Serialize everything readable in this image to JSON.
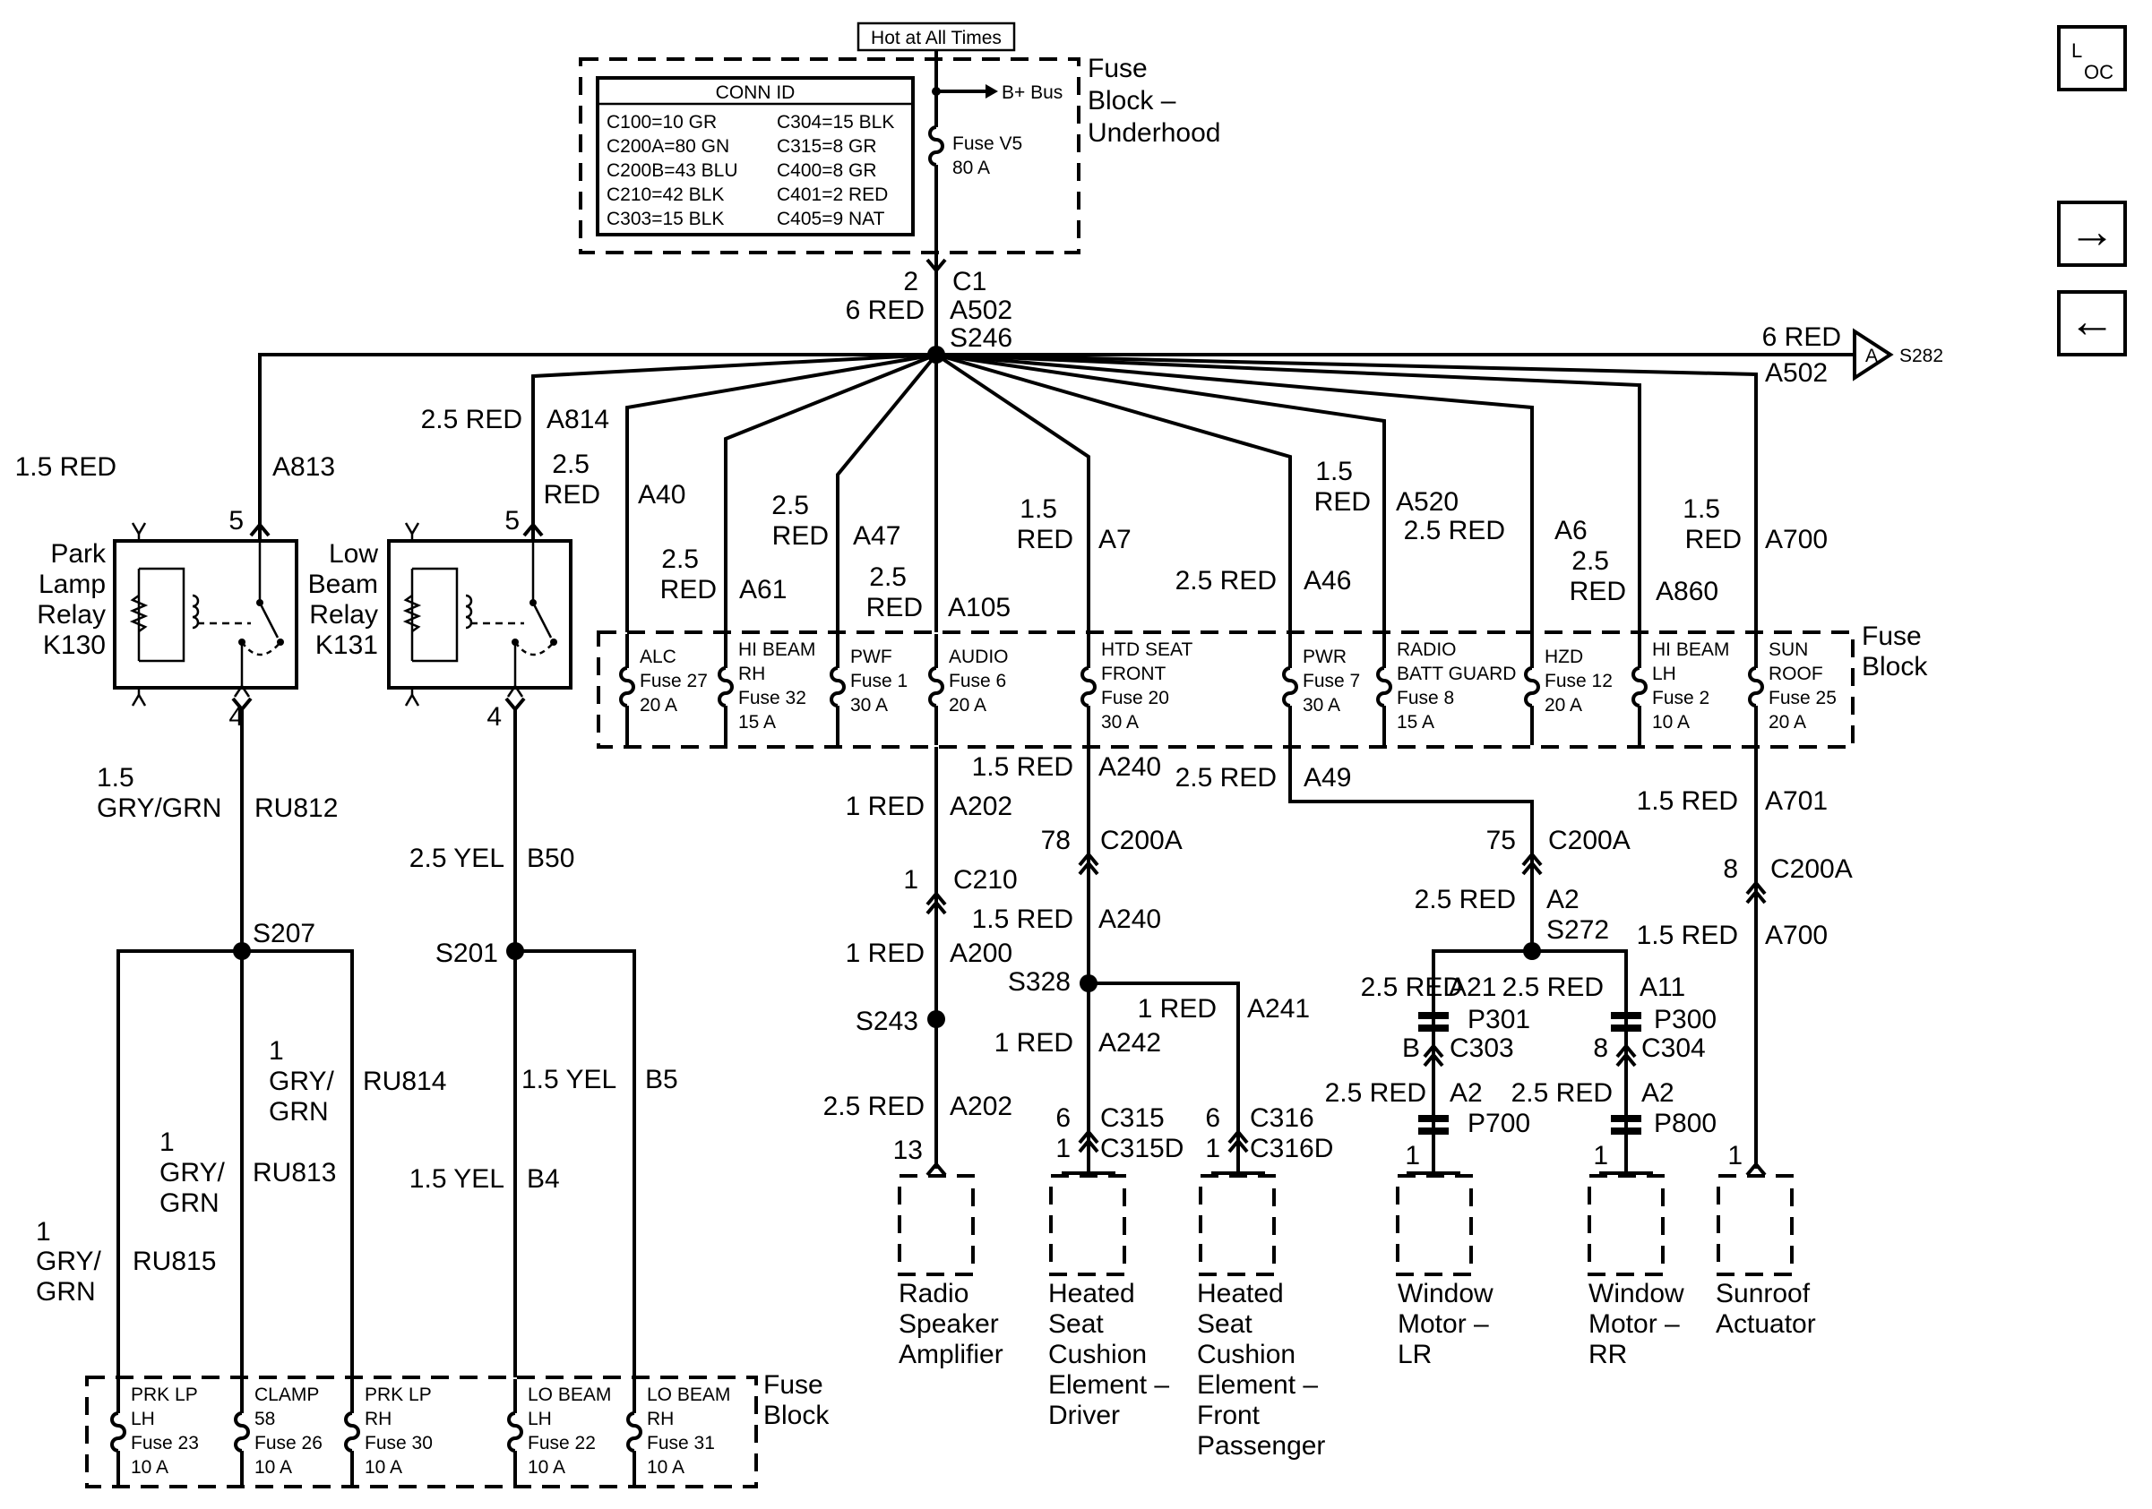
{
  "source": {
    "hot_label": "Hot at All Times",
    "fuse_v5": "Fuse V5",
    "fuse_v5_rating": "80 A",
    "bplus": "B+ Bus",
    "block_name": [
      "Fuse",
      "Block –",
      "Underhood"
    ]
  },
  "conn_id": {
    "title": "CONN ID",
    "left": [
      "C100=10 GR",
      "C200A=80 GN",
      "C200B=43 BLU",
      "C210=42 BLK",
      "C303=15 BLK"
    ],
    "right": [
      "C304=15 BLK",
      "C315=8 GR",
      "C400=8 GR",
      "C401=2 RED",
      "C405=9 NAT"
    ]
  },
  "main_feed": {
    "pin": "2",
    "conn": "C1",
    "wire": "6 RED",
    "circuit": "A502",
    "splice": "S246"
  },
  "offpage": {
    "wire": "6 RED",
    "circuit": "A502",
    "marker": "A",
    "dest": "S282"
  },
  "relays": [
    {
      "feed_size": "1.5 RED",
      "feed_circuit": "A813",
      "pin_in": "5",
      "pin_out": "4",
      "name": [
        "Park",
        "Lamp",
        "Relay",
        "K130"
      ],
      "out_size": [
        "1.5",
        "GRY/GRN"
      ],
      "out_circuit": "RU812",
      "splice": "S207"
    },
    {
      "feed_size": "2.5 RED",
      "feed_circuit": "A814",
      "pin_in": "5",
      "pin_out": "4",
      "name": [
        "Low",
        "Beam",
        "Relay",
        "K131"
      ],
      "out_size": [
        "2.5 YEL"
      ],
      "out_circuit": "B50",
      "splice": "S201"
    }
  ],
  "branches": [
    {
      "size": [
        "2.5",
        "RED"
      ],
      "circuit": "A40"
    },
    {
      "size": [
        "2.5",
        "RED"
      ],
      "circuit": "A61"
    },
    {
      "size": [
        "2.5",
        "RED"
      ],
      "circuit": "A47"
    },
    {
      "size": [
        "2.5",
        "RED"
      ],
      "circuit": "A105"
    },
    {
      "size": [
        "1.5",
        "RED"
      ],
      "circuit": "A7"
    },
    {
      "size": [
        "2.5 RED"
      ],
      "circuit": "A46"
    },
    {
      "size": [
        "1.5",
        "RED"
      ],
      "circuit": "A520"
    },
    {
      "size": [
        "2.5 RED"
      ],
      "circuit": "A6"
    },
    {
      "size": [
        "2.5",
        "RED"
      ],
      "circuit": "A860"
    },
    {
      "size": [
        "1.5",
        "RED"
      ],
      "circuit": "A700"
    }
  ],
  "fuse_block_name": [
    "Fuse",
    "Block"
  ],
  "fuses": [
    {
      "lines": [
        "ALC",
        "Fuse 27",
        "20 A"
      ]
    },
    {
      "lines": [
        "HI BEAM",
        "RH",
        "Fuse 32",
        "15 A"
      ]
    },
    {
      "lines": [
        "PWF",
        "Fuse 1",
        "30 A"
      ]
    },
    {
      "lines": [
        "AUDIO",
        "Fuse 6",
        "20 A"
      ]
    },
    {
      "lines": [
        "HTD SEAT",
        "FRONT",
        "Fuse 20",
        "30 A"
      ]
    },
    {
      "lines": [
        "PWR",
        "Fuse 7",
        "30 A"
      ]
    },
    {
      "lines": [
        "RADIO",
        "BATT GUARD",
        "Fuse 8",
        "15 A"
      ]
    },
    {
      "lines": [
        "HZD",
        "Fuse 12",
        "20 A"
      ]
    },
    {
      "lines": [
        "HI BEAM",
        "LH",
        "Fuse 2",
        "10 A"
      ]
    },
    {
      "lines": [
        "SUN",
        "ROOF",
        "Fuse 25",
        "20 A"
      ]
    }
  ],
  "audio": {
    "w1": "1 RED",
    "c1": "A202",
    "pin1": "1",
    "conn1": "C210",
    "w2": "1 RED",
    "c2": "A200",
    "splice": "S243",
    "w3": "2.5 RED",
    "c3": "A202",
    "pin2": "13",
    "device": [
      "Radio",
      "Speaker",
      "Amplifier"
    ]
  },
  "seat": {
    "w1": "1.5 RED",
    "c1": "A240",
    "pin1": "78",
    "conn1": "C200A",
    "w2": "1.5 RED",
    "c2": "A240",
    "splice": "S328",
    "driver": {
      "w": "1 RED",
      "c": "A242",
      "pin_a": "6",
      "conn_a": "C315",
      "pin_b": "1",
      "conn_b": "C315D",
      "device": [
        "Heated",
        "Seat",
        "Cushion",
        "Element –",
        "Driver"
      ]
    },
    "pass": {
      "w": "1 RED",
      "c": "A241",
      "pin_a": "6",
      "conn_a": "C316",
      "pin_b": "1",
      "conn_b": "C316D",
      "device": [
        "Heated",
        "Seat",
        "Cushion",
        "Element –",
        "Front",
        "Passenger"
      ]
    }
  },
  "window": {
    "w1": "2.5 RED",
    "c1": "A49",
    "pin1": "75",
    "conn1": "C200A",
    "w2": "2.5 RED",
    "c2": "A2",
    "splice": "S272",
    "lr": {
      "w": "2.5 RED",
      "c": "A21",
      "p1": "P301",
      "pin": "B",
      "conn": "C303",
      "w2": "2.5 RED",
      "c2": "A2",
      "p2": "P700",
      "pin2": "1",
      "device": [
        "Window",
        "Motor –",
        "LR"
      ]
    },
    "rr": {
      "w": "2.5 RED",
      "c": "A11",
      "p1": "P300",
      "pin": "8",
      "conn": "C304",
      "w2": "2.5 RED",
      "c2": "A2",
      "p2": "P800",
      "pin2": "1",
      "device": [
        "Window",
        "Motor –",
        "RR"
      ]
    }
  },
  "sunroof": {
    "w1": "1.5 RED",
    "c1": "A701",
    "pin1": "8",
    "conn1": "C200A",
    "w2": "1.5 RED",
    "c2": "A700",
    "pin2": "1",
    "device": [
      "Sunroof",
      "Actuator"
    ]
  },
  "lower": {
    "wires": [
      {
        "size": [
          "1",
          "GRY/",
          "GRN"
        ],
        "circuit": "RU815"
      },
      {
        "size": [
          "1",
          "GRY/",
          "GRN"
        ],
        "circuit": "RU813"
      },
      {
        "size": [
          "1",
          "GRY/",
          "GRN"
        ],
        "circuit": "RU814"
      },
      {
        "size": [
          "1.5 YEL"
        ],
        "circuit": "B4"
      },
      {
        "size": [
          "1.5 YEL"
        ],
        "circuit": "B5"
      }
    ],
    "fuses": [
      {
        "lines": [
          "PRK LP",
          "LH",
          "Fuse 23",
          "10 A"
        ]
      },
      {
        "lines": [
          "CLAMP",
          "58",
          "Fuse 26",
          "10 A"
        ]
      },
      {
        "lines": [
          "PRK LP",
          "RH",
          "Fuse 30",
          "10 A"
        ]
      },
      {
        "lines": [
          "LO BEAM",
          "LH",
          "Fuse 22",
          "10 A"
        ]
      },
      {
        "lines": [
          "LO BEAM",
          "RH",
          "Fuse 31",
          "10 A"
        ]
      }
    ],
    "block_name": [
      "Fuse",
      "Block"
    ]
  },
  "nav": {
    "loc_l": "L",
    "loc_oc": "OC",
    "next": "→",
    "prev": "←"
  }
}
